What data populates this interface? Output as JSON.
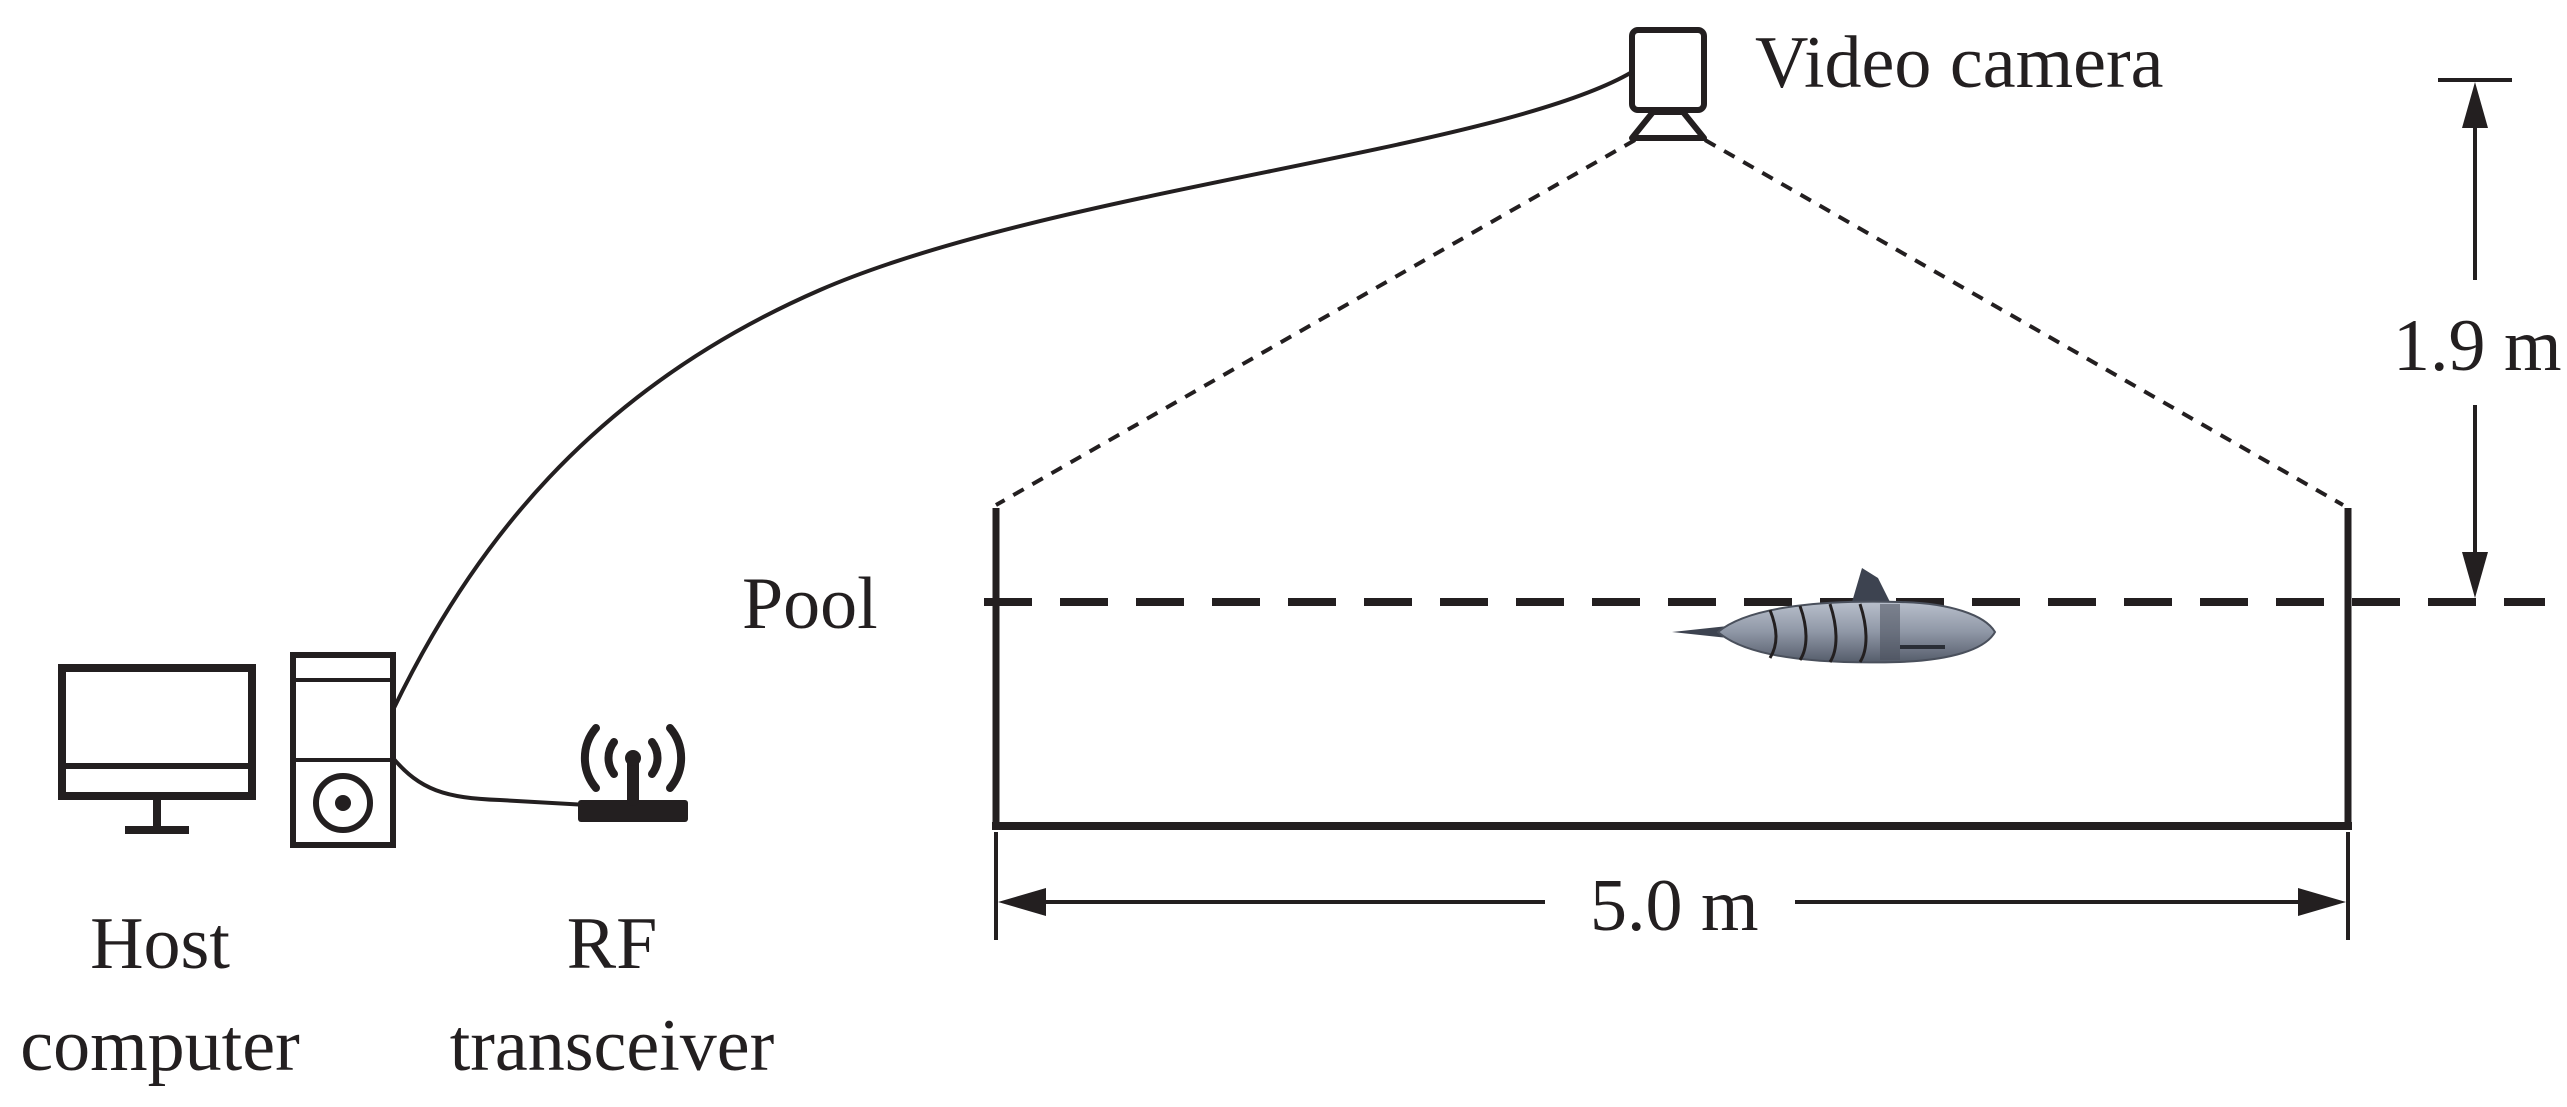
{
  "labels": {
    "video_camera": "Video camera",
    "height": "1.9 m",
    "pool": "Pool",
    "width": "5.0 m",
    "host_line1": "Host",
    "host_line2": "computer",
    "rf_line1": "RF",
    "rf_line2": "transceiver"
  },
  "icons": {
    "camera": "video-camera-icon",
    "monitor": "monitor-icon",
    "tower": "computer-tower-icon",
    "antenna": "rf-antenna-icon",
    "fish": "robotic-fish-icon"
  },
  "colors": {
    "ink": "#231f20",
    "fish_body": "#8f97a6",
    "fish_dark": "#3d4350"
  }
}
